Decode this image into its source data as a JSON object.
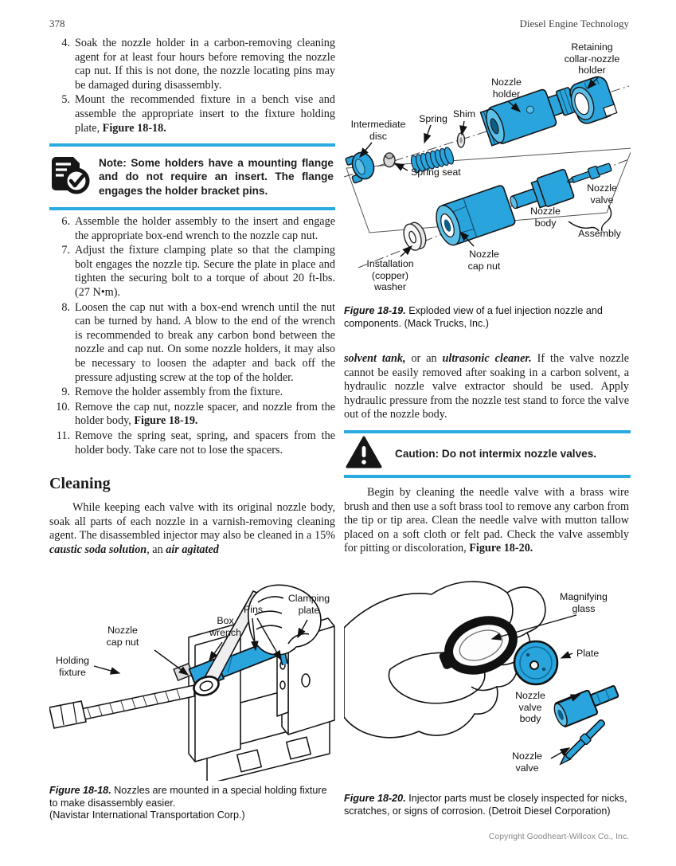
{
  "header": {
    "page_number": "378",
    "running_title": "Diesel Engine Technology"
  },
  "colors": {
    "accent_rule": "#29abe2",
    "part_blue": "#2aa4dc",
    "ink": "#111111"
  },
  "left_column": {
    "items": [
      {
        "num": "4.",
        "segments": [
          {
            "t": "Soak the nozzle holder in a carbon-removing cleaning agent for at least four hours before removing the nozzle cap nut. If this is not done, the nozzle locating pins may be damaged during disassembly.",
            "s": ""
          }
        ]
      },
      {
        "num": "5.",
        "segments": [
          {
            "t": "Mount the recommended fixture in a bench vise and assemble the appropriate insert to the fixture holding plate, ",
            "s": ""
          },
          {
            "t": "Figure 18-18.",
            "s": "b"
          }
        ]
      },
      {
        "num": "6.",
        "segments": [
          {
            "t": "Assemble the holder assembly to the insert and engage the appropriate box-end wrench to the nozzle cap nut.",
            "s": ""
          }
        ]
      },
      {
        "num": "7.",
        "segments": [
          {
            "t": "Adjust the fixture clamping plate so that the clamping bolt engages the nozzle tip. Secure the plate in place and tighten the securing bolt to a torque of about 20 ft-lbs. (27 N•m).",
            "s": ""
          }
        ]
      },
      {
        "num": "8.",
        "segments": [
          {
            "t": "Loosen the cap nut with a box-end wrench until the nut can be turned by hand. A blow to the end of the wrench is recommended to break any carbon bond between the nozzle and cap nut. On some nozzle holders, it may also be necessary to loosen the adapter and back off the pressure adjusting screw at the top of the holder.",
            "s": ""
          }
        ]
      },
      {
        "num": "9.",
        "segments": [
          {
            "t": "Remove the holder assembly from the fixture.",
            "s": ""
          }
        ]
      },
      {
        "num": "10.",
        "segments": [
          {
            "t": "Remove the cap nut, nozzle spacer, and nozzle from the holder body, ",
            "s": ""
          },
          {
            "t": "Figure 18-19.",
            "s": "b"
          }
        ]
      },
      {
        "num": "11.",
        "segments": [
          {
            "t": "Remove the spring seat, spring, and spacers from the holder body. Take care not to lose the spacers.",
            "s": ""
          }
        ]
      }
    ],
    "note_text": "Note: Some holders have a mounting flange and do not require an insert. The flange engages the holder bracket pins.",
    "heading": "Cleaning",
    "paragraph": [
      {
        "t": "While keeping each valve with its original nozzle body, soak all parts of each nozzle in a varnish-removing cleaning agent. The disassembled injector may also be cleaned in a 15% ",
        "s": ""
      },
      {
        "t": "caustic soda solution",
        "s": "bi"
      },
      {
        "t": ", an ",
        "s": ""
      },
      {
        "t": "air agitated",
        "s": "bi"
      }
    ]
  },
  "right_column": {
    "figure_18_19": {
      "labels": {
        "retaining_collar": "Retaining\ncollar-nozzle\nholder",
        "nozzle_holder": "Nozzle\nholder",
        "shim": "Shim",
        "spring": "Spring",
        "intermediate_disc": "Intermediate\ndisc",
        "spring_seat": "Spring seat",
        "nozzle_valve": "Nozzle\nvalve",
        "nozzle_body": "Nozzle\nbody",
        "assembly": "Assembly",
        "nozzle_cap_nut": "Nozzle\ncap nut",
        "installation_washer": "Installation\n(copper)\nwasher"
      },
      "caption": [
        {
          "t": "Figure 18-19.",
          "s": "bi"
        },
        {
          "t": " Exploded view of a fuel injection nozzle and components. (Mack Trucks, Inc.)",
          "s": ""
        }
      ]
    },
    "paragraph_1": [
      {
        "t": "solvent tank,",
        "s": "bi"
      },
      {
        "t": " or an ",
        "s": ""
      },
      {
        "t": "ultrasonic cleaner.",
        "s": "bi"
      },
      {
        "t": " If the valve nozzle cannot be easily removed after soaking in a carbon solvent, a hydraulic nozzle valve extractor should be used. Apply hydraulic pressure from the nozzle test stand to force the valve out of the nozzle body.",
        "s": ""
      }
    ],
    "caution_text": "Caution: Do not intermix nozzle valves.",
    "paragraph_2": [
      {
        "t": "Begin by cleaning the needle valve with a brass wire brush and then use a soft brass tool to remove any carbon from the tip or tip area. Clean the needle valve with mutton tallow placed on a soft cloth or felt pad. Check the valve assembly for pitting or discoloration, ",
        "s": ""
      },
      {
        "t": "Figure 18-20.",
        "s": "b"
      }
    ],
    "figure_18_20": {
      "labels": {
        "magnifying_glass": "Magnifying\nglass",
        "plate": "Plate",
        "nozzle_valve_body": "Nozzle\nvalve\nbody",
        "nozzle_valve": "Nozzle\nvalve"
      },
      "caption": [
        {
          "t": "Figure 18-20.",
          "s": "bi"
        },
        {
          "t": " Injector parts must be closely inspected for nicks, scratches, or signs of corrosion. (Detroit Diesel Corporation)",
          "s": ""
        }
      ]
    }
  },
  "figure_18_18": {
    "labels": {
      "nozzle_cap_nut": "Nozzle\ncap nut",
      "box_wrench": "Box\nwrench",
      "pins": "Pins",
      "clamping_plate": "Clamping\nplate",
      "holding_fixture": "Holding\nfixture"
    },
    "caption": [
      {
        "t": "Figure 18-18.",
        "s": "bi"
      },
      {
        "t": " Nozzles are mounted in a special holding fixture to make disassembly easier.\n(Navistar International Transportation Corp.)",
        "s": ""
      }
    ]
  },
  "footer": {
    "copyright": "Copyright Goodheart-Willcox Co., Inc."
  }
}
